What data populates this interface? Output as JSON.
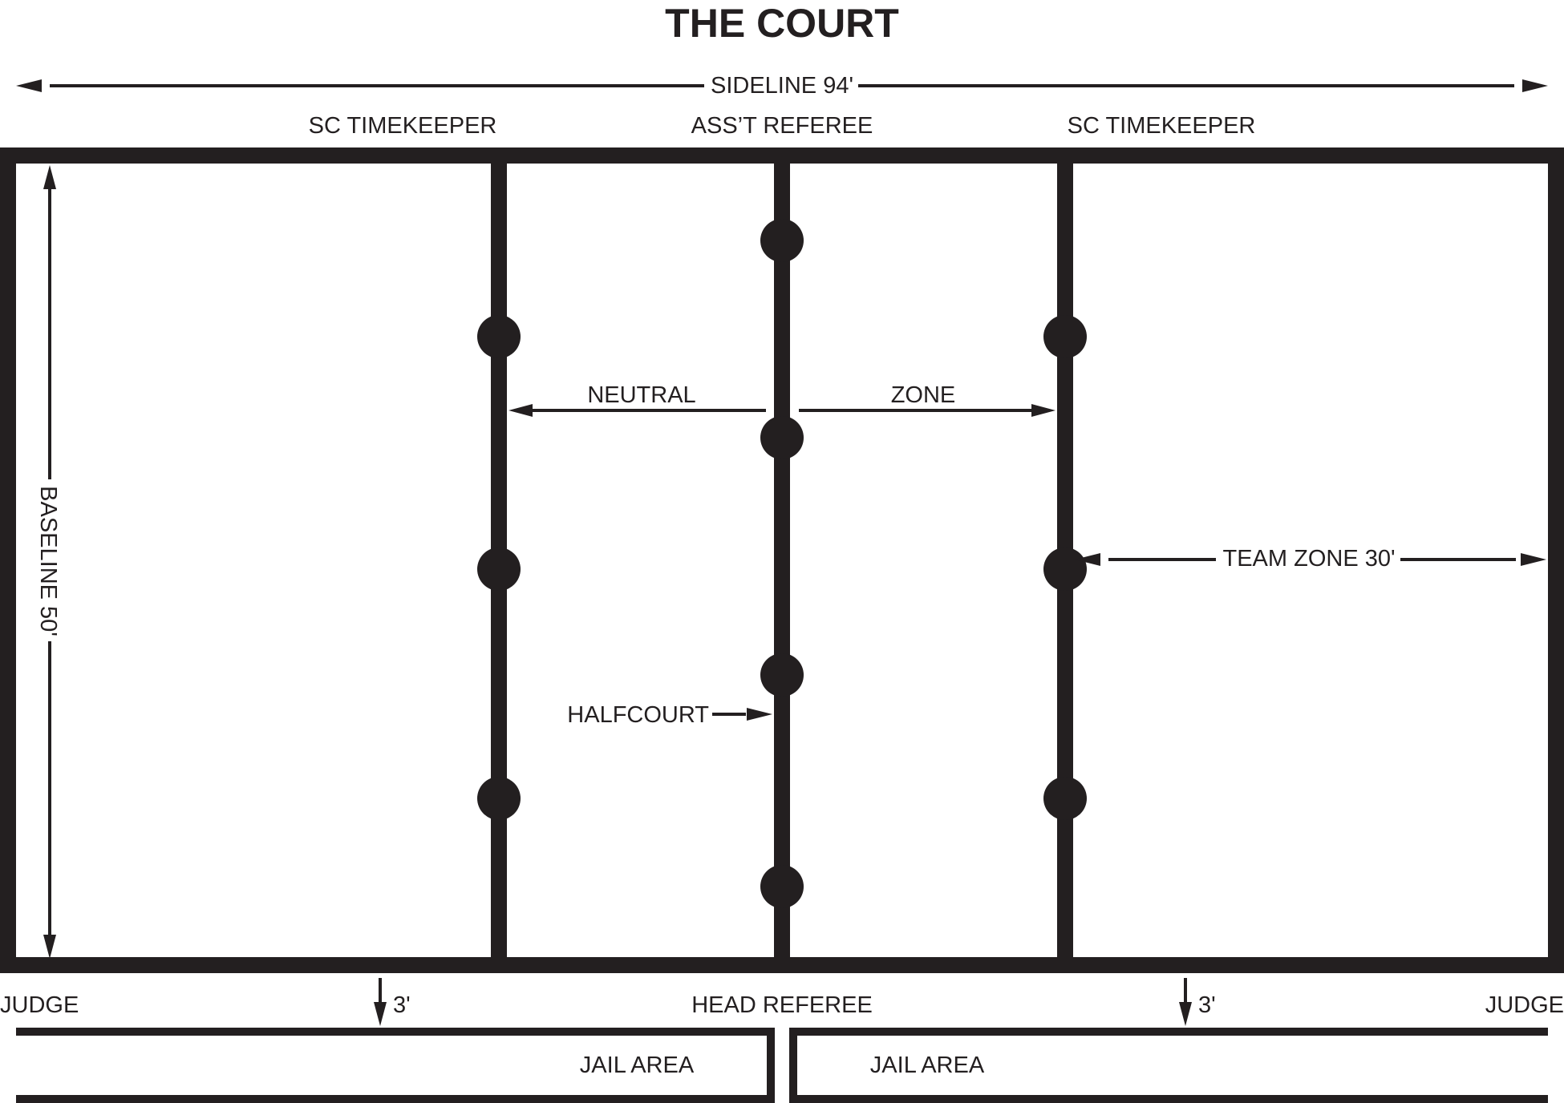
{
  "title": "THE COURT",
  "colors": {
    "ink": "#231f20",
    "background": "#ffffff"
  },
  "labels": {
    "sideline": "SIDELINE 94'",
    "sc_timekeeper_left": "SC TIMEKEEPER",
    "asst_referee": "ASS’T REFEREE",
    "sc_timekeeper_right": "SC TIMEKEEPER",
    "baseline": "BASELINE 50'",
    "neutral": "NEUTRAL",
    "zone": "ZONE",
    "team_zone": "TEAM ZONE 30'",
    "halfcourt": "HALFCOURT",
    "judge_left": "JUDGE",
    "three_ft_left": "3'",
    "head_referee": "HEAD REFEREE",
    "three_ft_right": "3'",
    "judge_right": "JUDGE",
    "jail_area_left": "JAIL AREA",
    "jail_area_right": "JAIL AREA"
  }
}
